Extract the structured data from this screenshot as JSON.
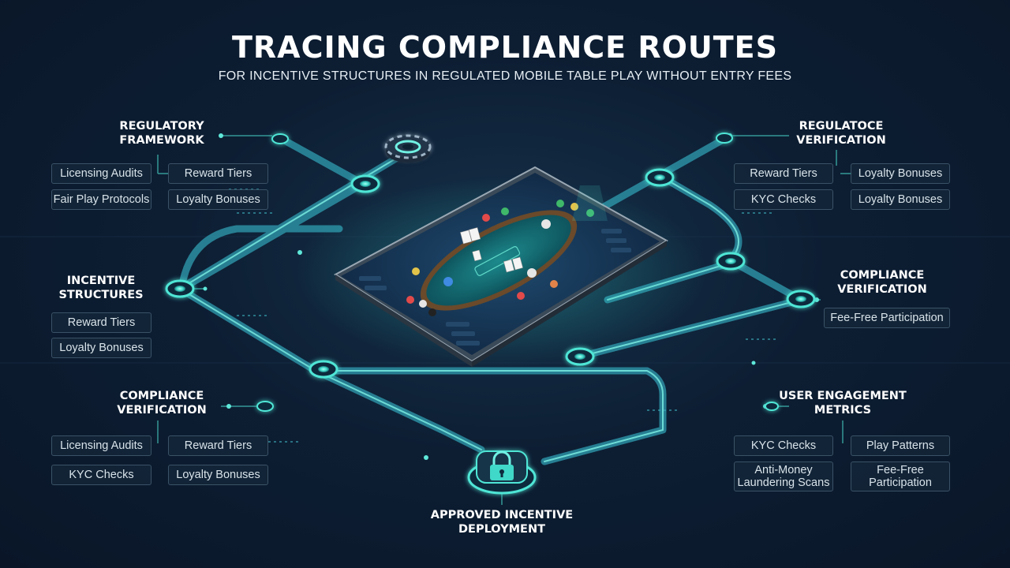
{
  "title": "TRACING COMPLIANCE ROUTES",
  "subtitle": "FOR INCENTIVE STRUCTURES IN REGULATED MOBILE TABLE PLAY WITHOUT ENTRY FEES",
  "left": {
    "regulatory": {
      "heading": "REGULATORY FRAMEWORK",
      "tags": [
        "Licensing Audits",
        "Reward Tiers",
        "Fair Play Protocols",
        "Loyalty Bonuses"
      ]
    },
    "incentive": {
      "heading": "INCENTIVE STRUCTURES",
      "tags": [
        "Reward Tiers",
        "Loyalty Bonuses"
      ]
    },
    "compliance": {
      "heading": "COMPLIANCE VERIFICATION",
      "tags": [
        "Licensing Audits",
        "Reward Tiers",
        "KYC Checks",
        "Loyalty Bonuses"
      ]
    }
  },
  "right": {
    "regulatoce": {
      "heading": "REGULATOCE VERIFICATION",
      "tags": [
        "Reward Tiers",
        "Loyalty Bonuses",
        "KYC Checks",
        "Loyalty Bonuses"
      ]
    },
    "compliance": {
      "heading": "COMPLIANCE VERIFICATION",
      "tags": [
        "Fee-Free Participation"
      ]
    },
    "engagement": {
      "heading": "USER ENGAGEMENT METRICS",
      "tags": [
        "KYC Checks",
        "Play Patterns",
        "Anti-Money Laundering Scans",
        "Fee-Free Participation"
      ]
    }
  },
  "bottom": {
    "heading": "APPROVED INCENTIVE DEPLOYMENT"
  },
  "icons": {
    "lock": "padlock-icon",
    "chip": "poker-chip-icon",
    "device": "tablet-poker-table"
  },
  "colors": {
    "accent": "#3fe0d0",
    "route": "#2a8fa0",
    "background": "#0d1e33"
  }
}
